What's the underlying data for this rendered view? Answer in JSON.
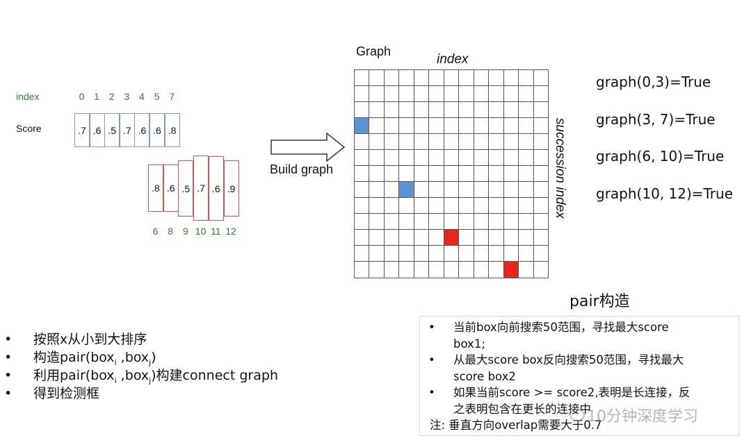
{
  "left_diagram": {
    "index_label": "index",
    "score_label": "Score",
    "blue_indices": [
      "0",
      "1",
      "2",
      "3",
      "4",
      "5",
      "7"
    ],
    "blue_scores": [
      ".7",
      ".6",
      ".5",
      ".7",
      ".6",
      ".6",
      ".8"
    ],
    "red_indices": [
      "6",
      "8",
      "9",
      "10",
      "11",
      "12"
    ],
    "red_scores": [
      ".8",
      ".6",
      ".5",
      ".7",
      ".6",
      ".9"
    ],
    "blue_color": "#7a9cc6",
    "red_color": "#e05050",
    "index_color": "#2e7d32"
  },
  "arrow": {
    "label": "Build graph"
  },
  "graph": {
    "title": "Graph",
    "x_label": "index",
    "y_label": "succession index",
    "size": 13,
    "filled_cells": [
      {
        "index": 0,
        "succession": 3,
        "color": "#5b93d3"
      },
      {
        "index": 3,
        "succession": 7,
        "color": "#5b93d3"
      },
      {
        "index": 6,
        "succession": 10,
        "color": "#e8261c"
      },
      {
        "index": 10,
        "succession": 12,
        "color": "#e8261c"
      }
    ]
  },
  "graph_results": [
    "graph(0,3)=True",
    "graph(3, 7)=True",
    "graph(6, 10)=True",
    "graph(10, 12)=True"
  ],
  "steps": [
    {
      "text": "按照x从小到大排序"
    },
    {
      "text": "构造pair(box",
      "sub1": "i",
      "mid": " ,box",
      "sub2": "j",
      "end": ")"
    },
    {
      "text": "利用pair(box",
      "sub1": "i",
      "mid": " ,box",
      "sub2": "j",
      "end": ")构建connect graph"
    },
    {
      "text": "得到检测框"
    }
  ],
  "pair_title": "pair构造",
  "pair_notes": [
    {
      "bullet": true,
      "text": "当前box向前搜索50范围，寻找最大score"
    },
    {
      "bullet": false,
      "text": "box1;"
    },
    {
      "bullet": true,
      "text": "从最大score box反向搜索50范围，寻找最大"
    },
    {
      "bullet": false,
      "text": "score box2"
    },
    {
      "bullet": true,
      "text": "如果当前score >=  score2,表明是长连接，反"
    },
    {
      "bullet": false,
      "text": "之表明包含在更长的连接中"
    },
    {
      "bullet": false,
      "note": true,
      "text": "注: 垂直方向overlap需要大于0.7"
    }
  ],
  "bullet_char": "•",
  "watermark": "10分钟深度学习"
}
